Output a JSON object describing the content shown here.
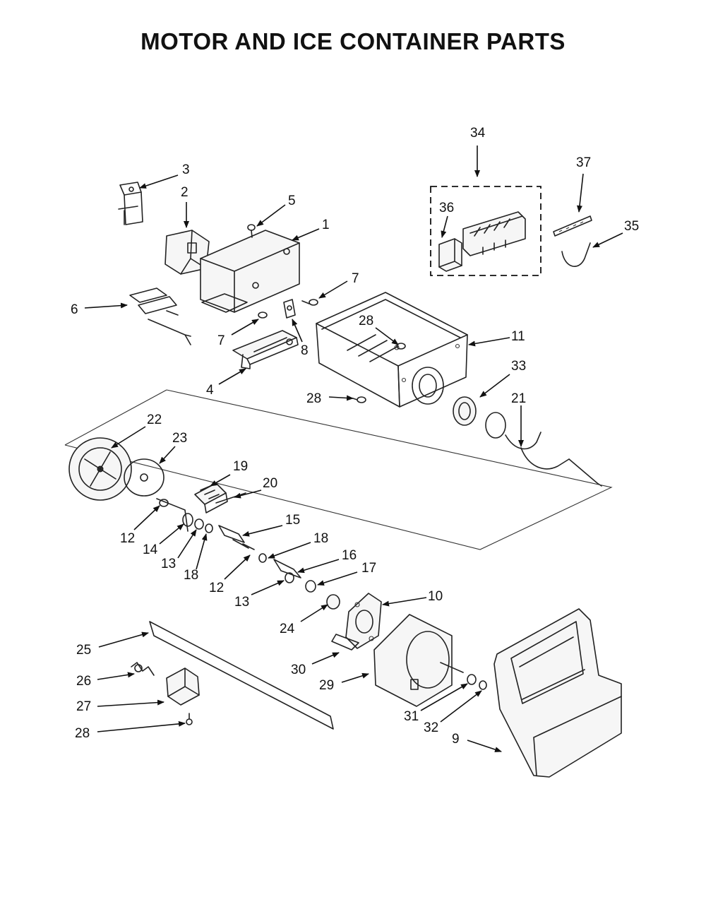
{
  "title": "MOTOR AND ICE CONTAINER PARTS",
  "callouts": [
    "1",
    "2",
    "3",
    "4",
    "5",
    "6",
    "7",
    "7",
    "8",
    "9",
    "10",
    "11",
    "12",
    "12",
    "13",
    "13",
    "14",
    "15",
    "16",
    "17",
    "18",
    "18",
    "19",
    "20",
    "21",
    "22",
    "23",
    "24",
    "25",
    "26",
    "27",
    "28",
    "28",
    "28",
    "29",
    "30",
    "31",
    "32",
    "33",
    "34",
    "35",
    "36",
    "37"
  ]
}
